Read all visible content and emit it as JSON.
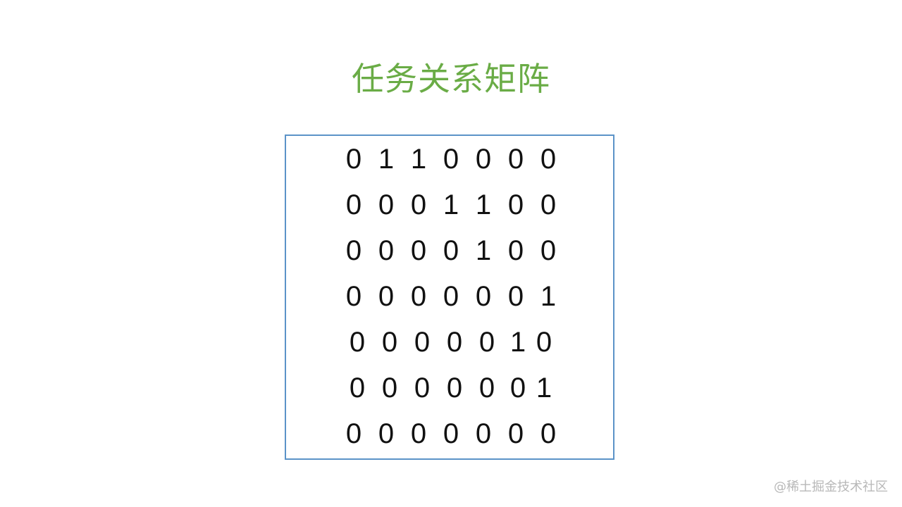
{
  "title": "任务关系矩阵",
  "matrix": {
    "rows": [
      [
        0,
        1,
        1,
        0,
        0,
        0,
        0
      ],
      [
        0,
        0,
        0,
        1,
        1,
        0,
        0
      ],
      [
        0,
        0,
        0,
        0,
        1,
        0,
        0
      ],
      [
        0,
        0,
        0,
        0,
        0,
        0,
        1
      ],
      [
        0,
        0,
        0,
        0,
        0,
        1,
        0
      ],
      [
        0,
        0,
        0,
        0,
        0,
        0,
        1
      ],
      [
        0,
        0,
        0,
        0,
        0,
        0,
        0
      ]
    ]
  },
  "colors": {
    "title": "#6aac46",
    "border": "#5b93c8",
    "text": "#111111",
    "watermark": "#b8b8b8"
  },
  "watermark": "@稀土掘金技术社区"
}
